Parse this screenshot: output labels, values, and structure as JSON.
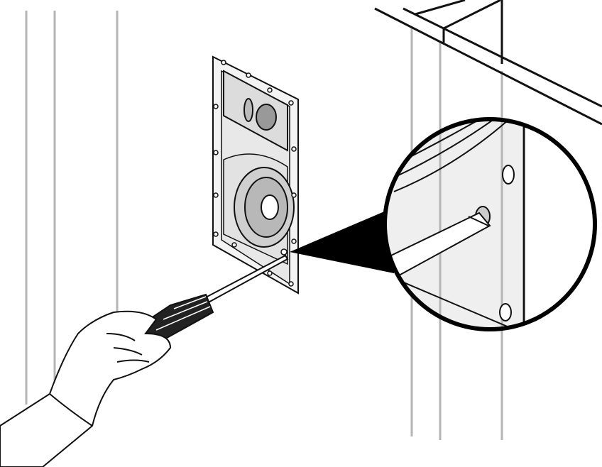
{
  "colors": {
    "background": "#ffffff",
    "line": "#111111",
    "stud": "#b5b5b5",
    "panel": "#eeeeee",
    "callout": "#000000"
  },
  "icons": [
    "speaker-grille",
    "screwdriver",
    "hand",
    "magnifier-callout"
  ]
}
